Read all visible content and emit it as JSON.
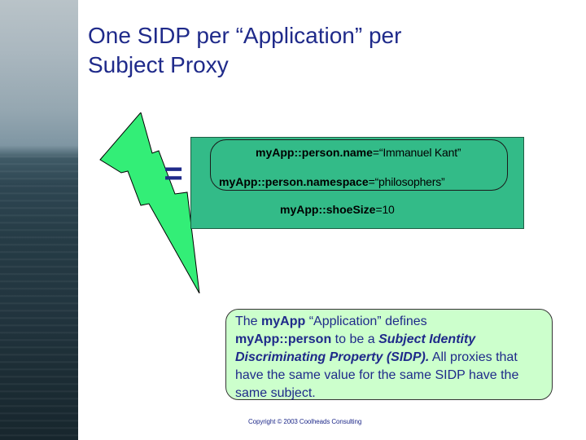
{
  "title": {
    "line1": "One SIDP per “Application” per",
    "line2": "Subject Proxy"
  },
  "equals_sign": "=",
  "proxy": {
    "properties": [
      {
        "key": "myApp::person.name",
        "value": "=“Immanuel Kant”"
      },
      {
        "key": "myApp::person.namespace",
        "value": "=“philosophers”"
      },
      {
        "key": "myApp::shoeSize",
        "value": "=10"
      }
    ]
  },
  "callout": {
    "t1": "The ",
    "t2": "myApp",
    "t3": " “Application” defines",
    "t4": "myApp::person",
    "t5": " to be a ",
    "t6": "Subject Identity Discriminating Property (SIDP).",
    "t7": "  All proxies that have the same value for the same SIDP have the same subject."
  },
  "footer": {
    "copyright": "Copyright © 2003 Coolheads Consulting"
  },
  "colors": {
    "title": "#1f2a8a",
    "bolt": "#33ee77",
    "proxy_box": "#33bb88",
    "callout_bg": "#ccffcc"
  },
  "icons": {
    "bolt": "lightning-bolt-icon"
  }
}
